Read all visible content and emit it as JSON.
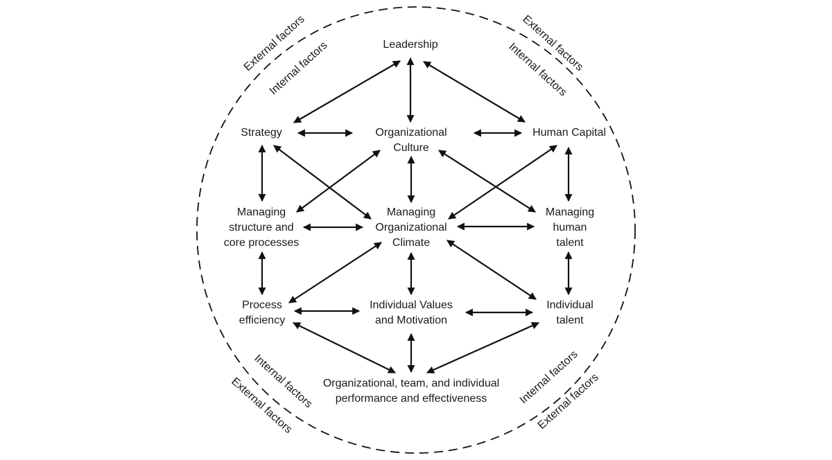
{
  "nodes": {
    "leadership": {
      "label": "Leadership"
    },
    "strategy": {
      "label": "Strategy"
    },
    "organizational_culture": {
      "label": "Organizational\nCulture"
    },
    "human_capital": {
      "label": "Human Capital"
    },
    "managing_structure": {
      "label": "Managing\nstructure and\ncore processes"
    },
    "managing_climate": {
      "label": "Managing\nOrganizational\nClimate"
    },
    "managing_talent": {
      "label": "Managing\nhuman\ntalent"
    },
    "process_efficiency": {
      "label": "Process\nefficiency"
    },
    "individual_values": {
      "label": "Individual Values\nand Motivation"
    },
    "individual_talent": {
      "label": "Individual\ntalent"
    },
    "performance": {
      "label": "Organizational, team, and individual\nperformance and effectiveness"
    }
  },
  "boundary": {
    "top_left": {
      "external": "External factors",
      "internal": "Internal factors"
    },
    "top_right": {
      "external": "External factors",
      "internal": "Internal factors"
    },
    "bottom_left": {
      "external": "External factors",
      "internal": "Internal factors"
    },
    "bottom_right": {
      "external": "External factors",
      "internal": "Internal factors"
    }
  },
  "edges": [
    {
      "from": "leadership",
      "to": "strategy",
      "bidirectional": true
    },
    {
      "from": "leadership",
      "to": "organizational_culture",
      "bidirectional": true
    },
    {
      "from": "leadership",
      "to": "human_capital",
      "bidirectional": true
    },
    {
      "from": "strategy",
      "to": "organizational_culture",
      "bidirectional": true
    },
    {
      "from": "organizational_culture",
      "to": "human_capital",
      "bidirectional": true
    },
    {
      "from": "strategy",
      "to": "managing_structure",
      "bidirectional": true
    },
    {
      "from": "strategy",
      "to": "managing_climate",
      "bidirectional": true
    },
    {
      "from": "organizational_culture",
      "to": "managing_structure",
      "bidirectional": true
    },
    {
      "from": "organizational_culture",
      "to": "managing_climate",
      "bidirectional": true
    },
    {
      "from": "organizational_culture",
      "to": "managing_talent",
      "bidirectional": true
    },
    {
      "from": "human_capital",
      "to": "managing_climate",
      "bidirectional": true
    },
    {
      "from": "human_capital",
      "to": "managing_talent",
      "bidirectional": true
    },
    {
      "from": "managing_structure",
      "to": "managing_climate",
      "bidirectional": true
    },
    {
      "from": "managing_climate",
      "to": "managing_talent",
      "bidirectional": true
    },
    {
      "from": "managing_structure",
      "to": "process_efficiency",
      "bidirectional": true
    },
    {
      "from": "managing_climate",
      "to": "process_efficiency",
      "bidirectional": true
    },
    {
      "from": "managing_climate",
      "to": "individual_values",
      "bidirectional": true
    },
    {
      "from": "managing_climate",
      "to": "individual_talent",
      "bidirectional": true
    },
    {
      "from": "managing_talent",
      "to": "individual_talent",
      "bidirectional": true
    },
    {
      "from": "process_efficiency",
      "to": "individual_values",
      "bidirectional": true
    },
    {
      "from": "individual_values",
      "to": "individual_talent",
      "bidirectional": true
    },
    {
      "from": "process_efficiency",
      "to": "performance",
      "bidirectional": true
    },
    {
      "from": "individual_values",
      "to": "performance",
      "bidirectional": true
    },
    {
      "from": "individual_talent",
      "to": "performance",
      "bidirectional": true
    }
  ],
  "colors": {
    "text": "#1a1a1a",
    "line": "#111111",
    "background": "#ffffff"
  }
}
